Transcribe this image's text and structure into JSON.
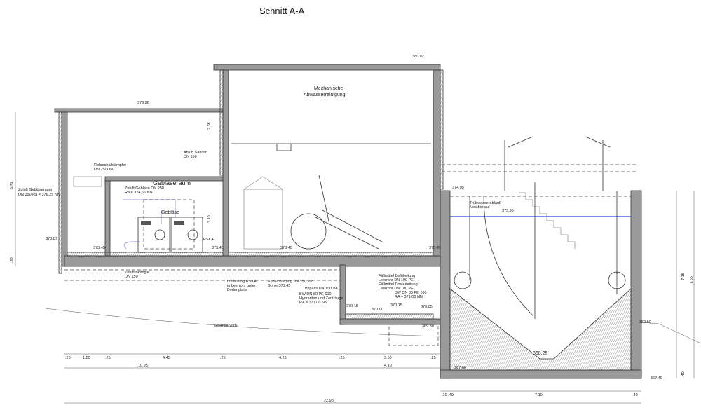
{
  "title": "Schnitt A-A",
  "rooms": {
    "mech_1": "Mechanische",
    "mech_2": "Abwasserreinigung",
    "blower_room": "Gebläseraum",
    "blower": "Gebläse"
  },
  "levels": {
    "roof_left": "378.26",
    "roof_main": "380.02",
    "ground_left": "373.87",
    "floor_1": "373.45",
    "floor_2": "373.45",
    "floor_3": "373.45",
    "floor_4": "373.45",
    "basement_1": "370.15",
    "basement_2": "370.00",
    "basement_3": "370.15",
    "basement_4": "370.05",
    "pump_pit": "369.30",
    "tank_top": "374.95",
    "water": "373.95",
    "tank_bottom": "368.25",
    "tank_base_inner": "367.60",
    "tank_base": "367.40",
    "terrain_right": "369.50"
  },
  "annotations": {
    "zuluft_raum_1": "Zuluft Gebläseraum",
    "zuluft_raum_2": "DN 250 Ra = 376,25 NN",
    "silencer_1": "Rohrschalldämpfer",
    "silencer_2": "DN 250/350",
    "abluft_1": "Abluft Sanitär",
    "abluft_2": "DN 150",
    "zuluft_geb_1": "Zuluft Gebläse DN 250",
    "zuluft_geb_2": "Ra = 374,65 NN",
    "rska": "RSKA",
    "zuluft_bio_1": "Zuluft Biologie",
    "zuluft_bio_2": "DN 150",
    "luft_1": "Luftleitung RSKA",
    "luft_2": "in Leerrohr unter",
    "luft_3": "Bodenplatte",
    "entw_1": "Entwässerung DN 150 PP",
    "entw_2": "Sohle 371.45",
    "bypass": "Bypass DN 150 VA",
    "bw_1": "BW DN 80 PE 100",
    "bw_2": "Hydranten und Zentrifuge",
    "bw_3": "RA = 371.00 NN",
    "fm_1": "Fällmittel Befülleitung",
    "fm_2": "Leerrohr DN 100 PE",
    "fm_3": "Fällmittel Dosierleitung",
    "fm_4": "Leerrohr DN 100 PE",
    "bw2_1": "BW DN 80 PE 100",
    "bw2_2": "RA = 371.00 NN",
    "terrain": "Gelände vorh.",
    "overflow_1": "Trübwasserablauf/",
    "overflow_2": "Notüberlauf"
  },
  "dimensions": {
    "row1": [
      ".25",
      "1.50",
      ".25",
      "4.45",
      ".25",
      "4.25",
      ".25",
      "3.50",
      ".25"
    ],
    "row2": [
      "10.95",
      "4.10"
    ],
    "row3": [
      ".10 .40",
      "7.10",
      ".40"
    ],
    "total": "22.95",
    "left_h": "5.71",
    "left_base": ".30",
    "h_236": "2.36",
    "h_310": "3.10",
    "right_715": "7.15",
    "right_755": "7.55",
    "right_40": ".40"
  },
  "colors": {
    "water": "#2a3fd8",
    "pipe": "#b9a6e8",
    "wall": "#9a9a9a"
  }
}
